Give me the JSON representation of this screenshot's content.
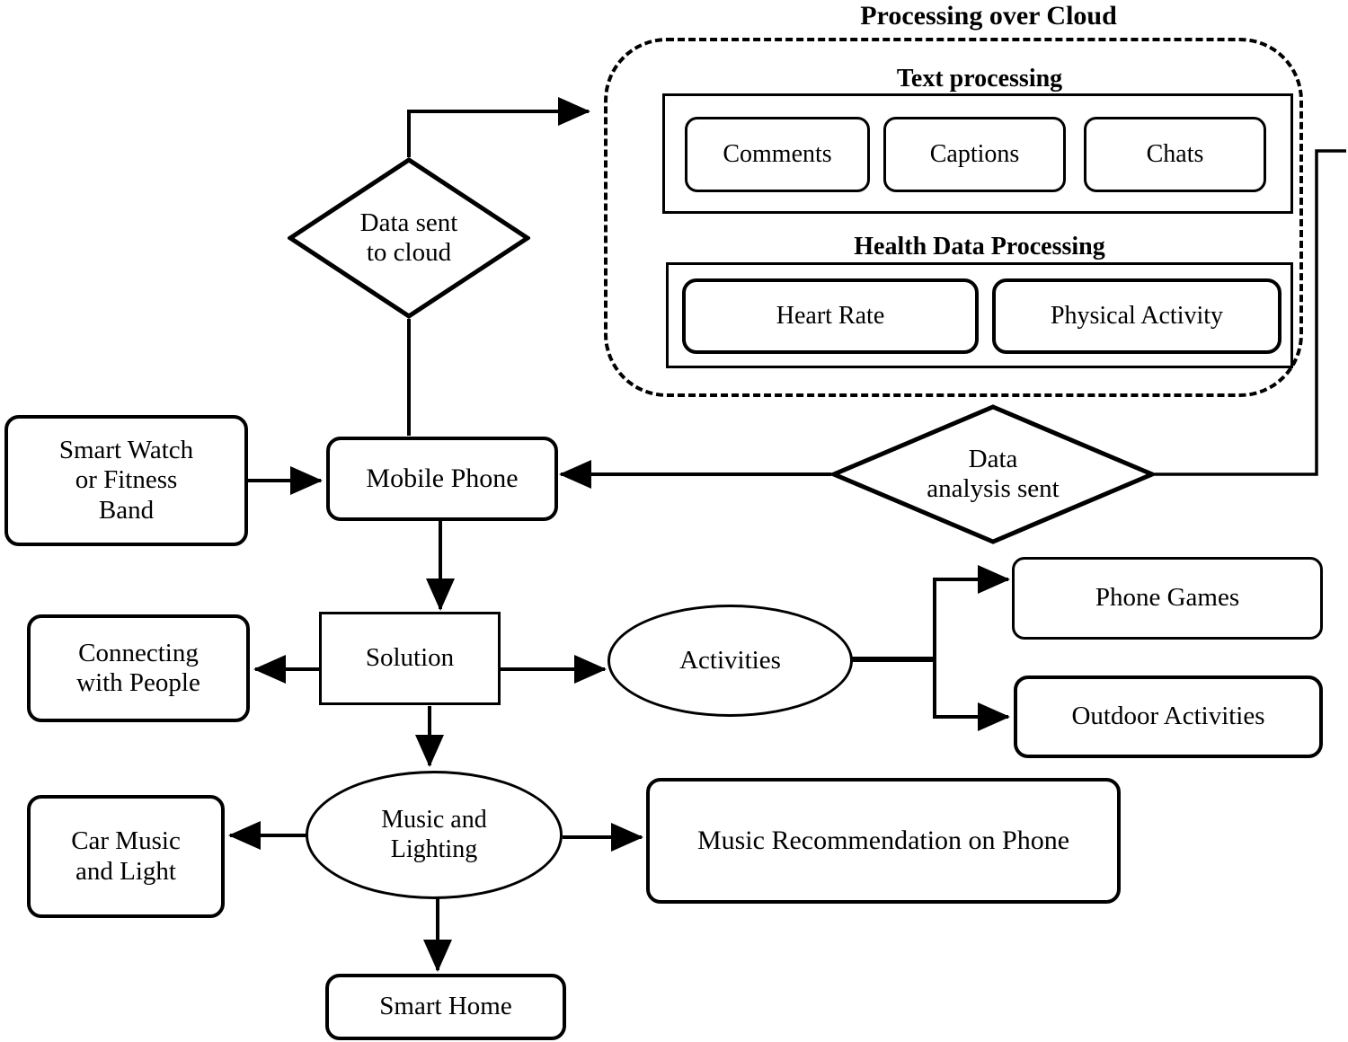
{
  "diagram": {
    "type": "flowchart",
    "title": "Processing over Cloud",
    "cloud": {
      "heading": "Processing over Cloud",
      "text_processing": {
        "heading": "Text processing",
        "items": [
          "Comments",
          "Captions",
          "Chats"
        ]
      },
      "health_processing": {
        "heading": "Health Data Processing",
        "items": [
          "Heart Rate",
          "Physical Activity"
        ]
      }
    },
    "nodes": {
      "data_sent_to_cloud": "Data sent\nto cloud",
      "data_sent_to_cloud_line1": "Data sent",
      "data_sent_to_cloud_line2": "to cloud",
      "data_analysis_sent_line1": "Data",
      "data_analysis_sent_line2": "analysis sent",
      "smart_watch_line1": "Smart Watch",
      "smart_watch_line2": "or Fitness",
      "smart_watch_line3": "Band",
      "mobile_phone": "Mobile Phone",
      "solution": "Solution",
      "connecting_with_people_line1": "Connecting",
      "connecting_with_people_line2": "with People",
      "activities": "Activities",
      "phone_games": "Phone Games",
      "outdoor_activities": "Outdoor Activities",
      "music_and_lighting_line1": "Music and",
      "music_and_lighting_line2": "Lighting",
      "car_music_line1": "Car Music",
      "car_music_line2": "and Light",
      "music_recommendation": "Music Recommendation on Phone",
      "smart_home": "Smart Home"
    },
    "colors": {
      "stroke": "#000000",
      "background": "#ffffff"
    }
  }
}
